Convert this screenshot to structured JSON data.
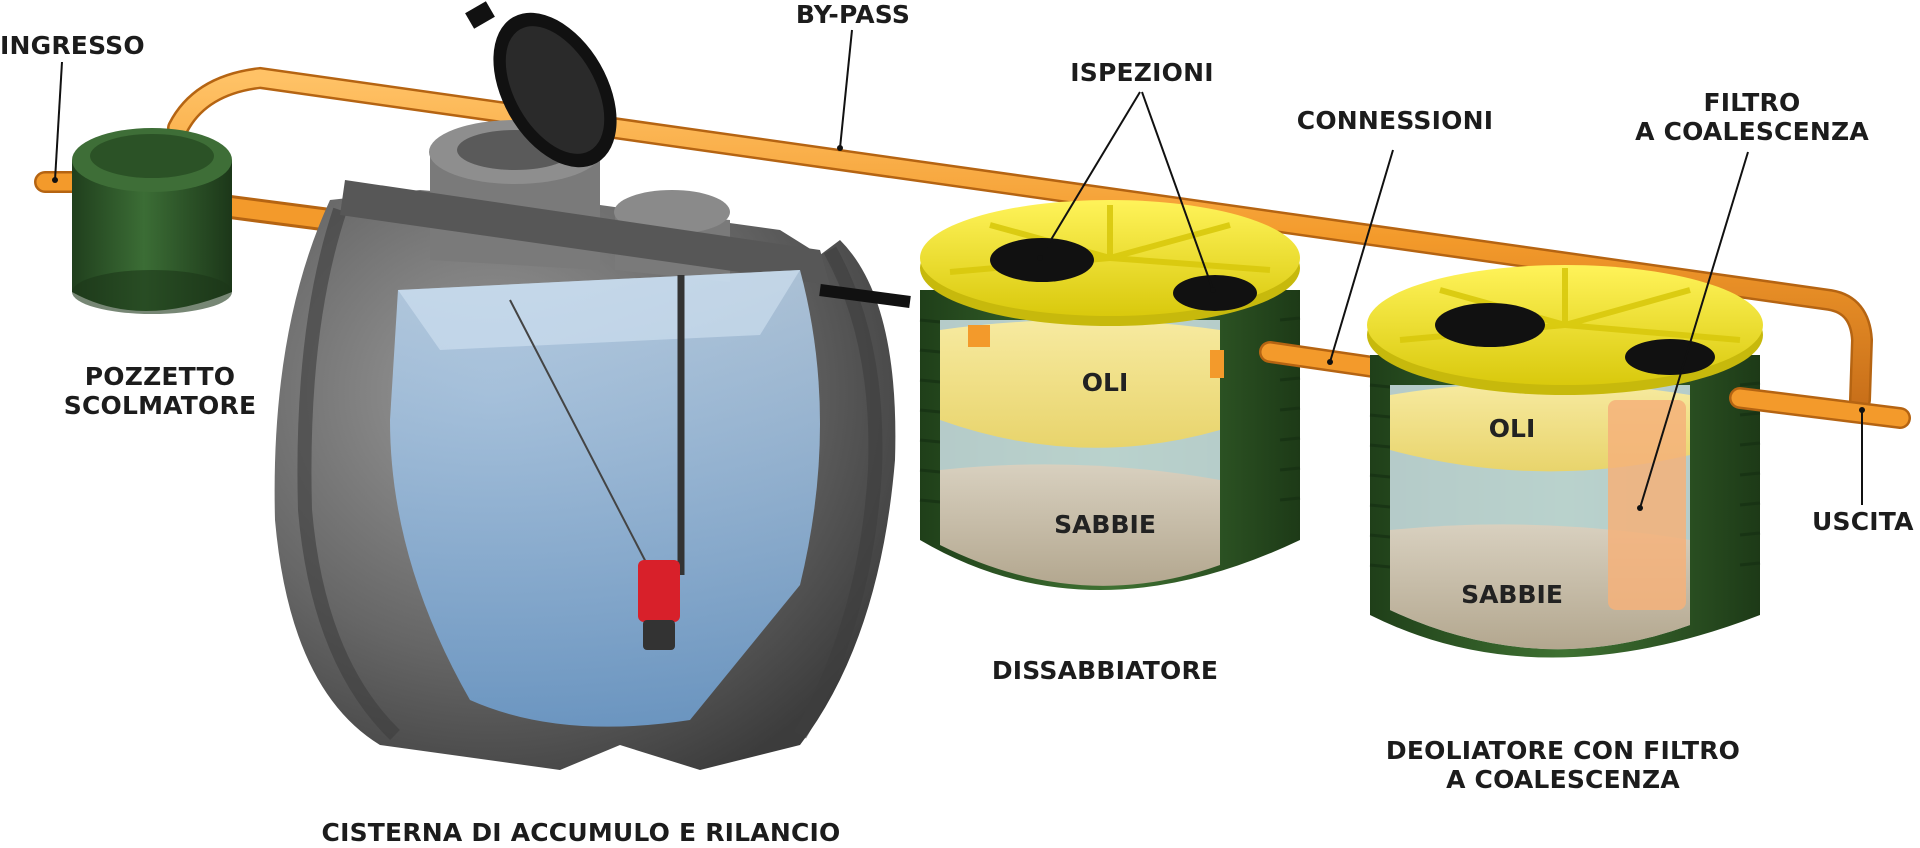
{
  "labels": {
    "ingresso": "INGRESSO",
    "by_pass": "BY-PASS",
    "ispezioni": "ISPEZIONI",
    "connessioni": "CONNESSIONI",
    "filtro_line1": "FILTRO",
    "filtro_line2": "A COALESCENZA",
    "pozzetto_line1": "POZZETTO",
    "pozzetto_line2": "SCOLMATORE",
    "uscita": "USCITA",
    "dissabbiatore": "DISSABBIATORE",
    "deoliatore_line1": "DEOLIATORE CON FILTRO",
    "deoliatore_line2": "A COALESCENZA",
    "cisterna": "CISTERNA DI ACCUMULO E RILANCIO",
    "oli_1": "OLI",
    "sabbie_1": "SABBIE",
    "oli_2": "OLI",
    "sabbie_2": "SABBIE"
  },
  "colors": {
    "pipe": "#f39a2b",
    "pit": "#2f5b2b",
    "cistern": "#6b6b6b",
    "water": "#8fb8e0",
    "lid": "#f2e51a",
    "tank_wall": "#2e5a25",
    "oil": "#f3e28a",
    "sand": "#cfc6b4"
  }
}
